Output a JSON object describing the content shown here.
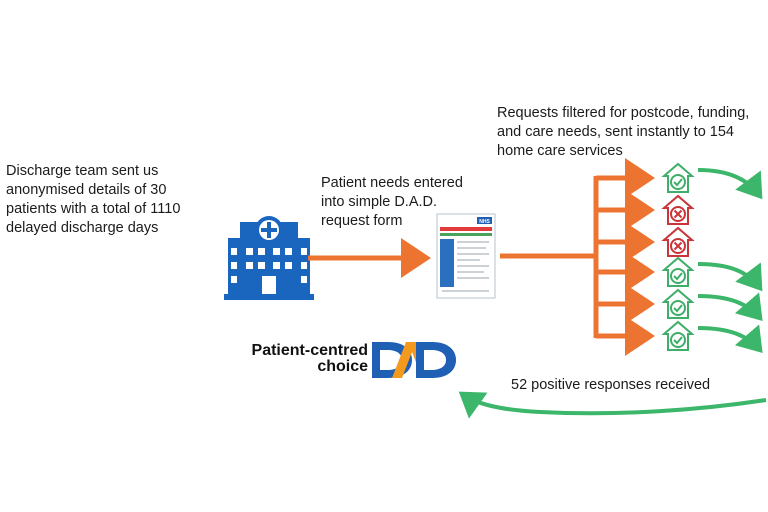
{
  "intro": {
    "lines": [
      "Discharge team sent us",
      "anonymised details of 30",
      "patients with a total of 1110",
      "delayed discharge days"
    ]
  },
  "entry": {
    "lines": [
      "Patient needs entered",
      "into simple D.A.D.",
      "request form"
    ]
  },
  "filter": {
    "lines": [
      "Requests filtered for postcode, funding,",
      "and care needs, sent instantly to 154",
      "home care services"
    ]
  },
  "responses": {
    "label": "52 positive responses received"
  },
  "brand": {
    "tagline_lines": [
      "Patient-centred",
      "choice"
    ],
    "logo_text": "DAD",
    "logo_blue": "#1f5fb4",
    "logo_orange": "#f39a1e"
  },
  "form": {
    "badge": "NHS"
  },
  "colors": {
    "orange_arrow": "#ec7430",
    "green_arrow": "#3cb66a",
    "hospital_blue": "#1a66bf",
    "accept_green": "#3fae6a",
    "reject_red": "#c9353a"
  },
  "icons": {
    "hospital": "hospital-icon",
    "form": "request-form-icon",
    "accept": "house-check-icon",
    "reject": "house-cross-icon"
  },
  "houses": [
    "accept",
    "reject",
    "reject",
    "accept",
    "accept",
    "accept"
  ]
}
